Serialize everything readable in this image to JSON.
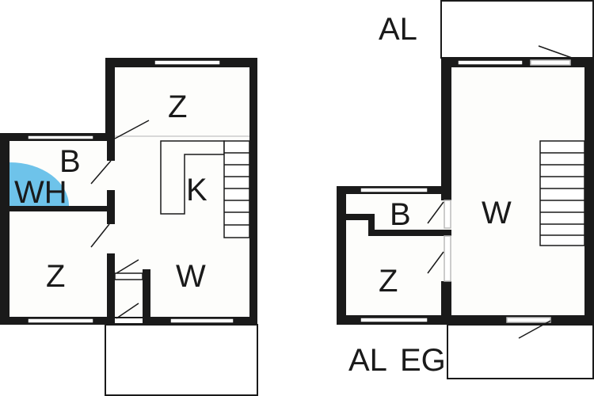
{
  "colors": {
    "wall": "#1a1a1a",
    "floor": "#fdfdfb",
    "wh_accent": "#6ec3ea"
  },
  "left_plan": {
    "rooms": [
      {
        "id": "z-top",
        "label": "Z"
      },
      {
        "id": "b",
        "label": "B"
      },
      {
        "id": "wh",
        "label": "WH"
      },
      {
        "id": "k",
        "label": "K"
      },
      {
        "id": "z-left",
        "label": "Z"
      },
      {
        "id": "w",
        "label": "W"
      }
    ]
  },
  "right_plan": {
    "rooms": [
      {
        "id": "al-top",
        "label": "AL"
      },
      {
        "id": "b",
        "label": "B"
      },
      {
        "id": "w",
        "label": "W"
      },
      {
        "id": "z",
        "label": "Z"
      },
      {
        "id": "al-bottom",
        "label": "AL"
      },
      {
        "id": "eg",
        "label": "EG"
      }
    ]
  }
}
